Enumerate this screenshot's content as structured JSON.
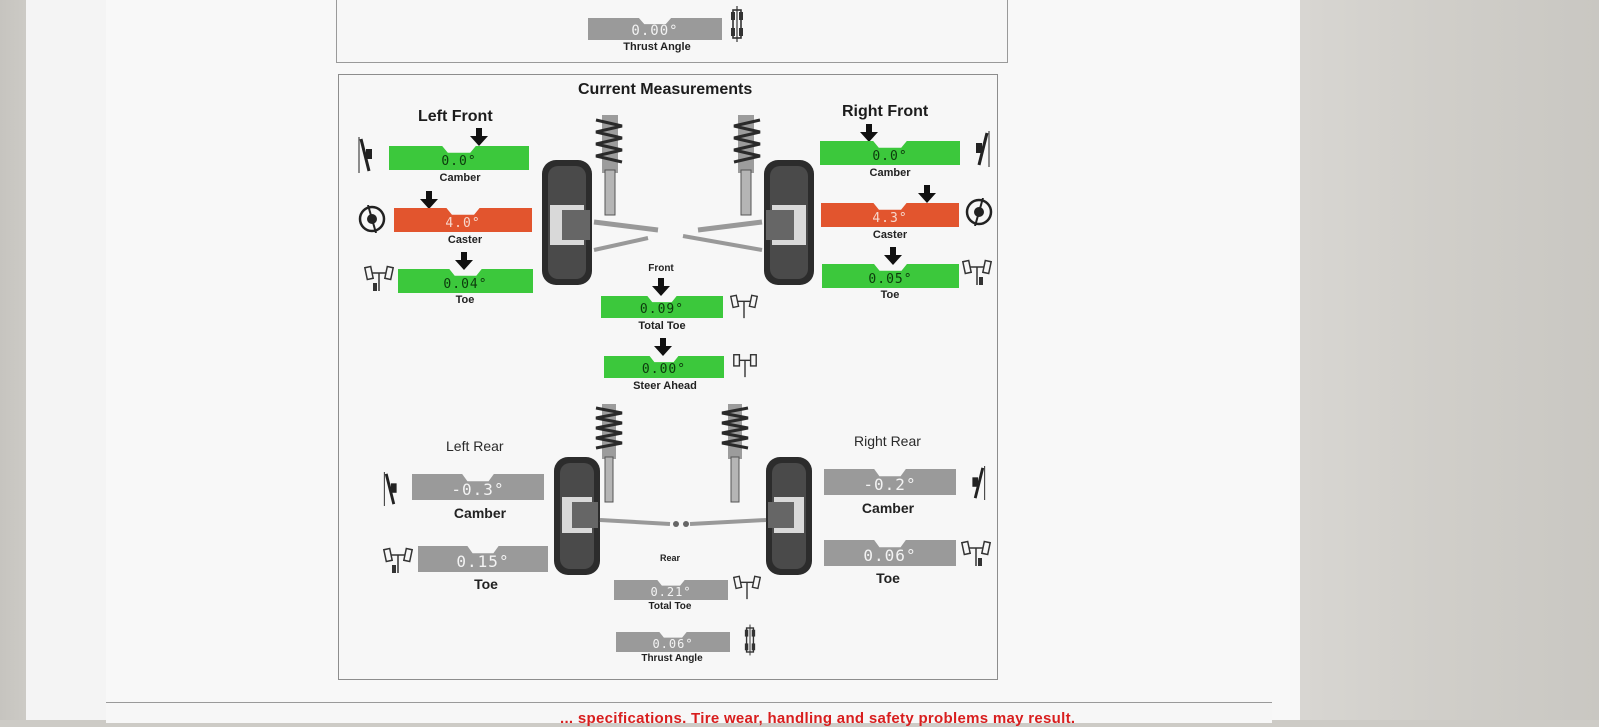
{
  "top": {
    "thrust_angle_value": "0.00°",
    "thrust_angle_label": "Thrust Angle"
  },
  "panel": {
    "title": "Current Measurements"
  },
  "front": {
    "left_title": "Left Front",
    "right_title": "Right Front",
    "left": {
      "camber": {
        "value": "0.0°",
        "label": "Camber",
        "status": "green"
      },
      "caster": {
        "value": "4.0°",
        "label": "Caster",
        "status": "red"
      },
      "toe": {
        "value": "0.04°",
        "label": "Toe",
        "status": "green"
      }
    },
    "right": {
      "camber": {
        "value": "0.0°",
        "label": "Camber",
        "status": "green"
      },
      "caster": {
        "value": "4.3°",
        "label": "Caster",
        "status": "red"
      },
      "toe": {
        "value": "0.05°",
        "label": "Toe",
        "status": "green"
      }
    },
    "center_title": "Front",
    "total_toe": {
      "value": "0.09°",
      "label": "Total Toe"
    },
    "steer_ahead": {
      "value": "0.00°",
      "label": "Steer Ahead"
    }
  },
  "rear": {
    "left_title": "Left Rear",
    "right_title": "Right Rear",
    "left": {
      "camber": {
        "value": "-0.3°",
        "label": "Camber"
      },
      "toe": {
        "value": "0.15°",
        "label": "Toe"
      }
    },
    "right": {
      "camber": {
        "value": "-0.2°",
        "label": "Camber"
      },
      "toe": {
        "value": "0.06°",
        "label": "Toe"
      }
    },
    "center_title": "Rear",
    "total_toe": {
      "value": "0.21°",
      "label": "Total Toe"
    },
    "thrust_angle": {
      "value": "0.06°",
      "label": "Thrust Angle"
    }
  },
  "footer": {
    "warning": "... specifications. Tire wear, handling and safety problems may result."
  },
  "colors": {
    "in_spec": "#3cc83c",
    "out_of_spec": "#e2552e",
    "no_spec": "#9a9a9a",
    "warning_text": "#d81e1e"
  }
}
